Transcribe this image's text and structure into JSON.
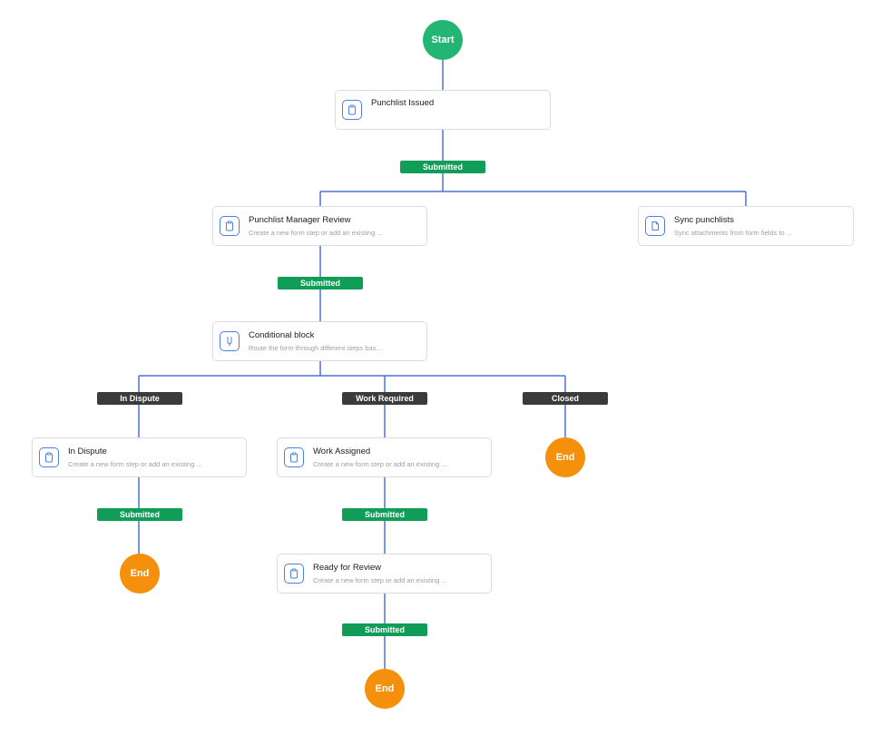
{
  "colors": {
    "connector": "#4a72d8",
    "start": "#22b573",
    "end": "#f4900c",
    "submitted": "#0f9d58",
    "branch": "#3b3b3b",
    "icon": "#4a7fe6"
  },
  "start": {
    "label": "Start"
  },
  "steps": {
    "punchlist_issued": {
      "title": "Punchlist Issued",
      "icon": "clipboard-icon"
    },
    "manager_review": {
      "title": "Punchlist Manager Review",
      "desc": "Create a new form step or add an existing ...",
      "icon": "clipboard-icon"
    },
    "sync_punchlists": {
      "title": "Sync punchlists",
      "desc": "Sync attachments from form fields to ...",
      "icon": "document-icon"
    },
    "conditional_block": {
      "title": "Conditional block",
      "desc": "Route the form through different steps bas...",
      "icon": "branch-icon"
    },
    "in_dispute": {
      "title": "In Dispute",
      "desc": "Create a new form step or add an existing ...",
      "icon": "clipboard-icon"
    },
    "work_assigned": {
      "title": "Work Assigned",
      "desc": "Create a new form step or add an existing ...",
      "icon": "clipboard-icon"
    },
    "ready_for_review": {
      "title": "Ready for Review",
      "desc": "Create a new form step or add an existing ...",
      "icon": "clipboard-icon"
    }
  },
  "transitions": {
    "submitted_1": "Submitted",
    "submitted_2": "Submitted",
    "submitted_3": "Submitted",
    "submitted_4": "Submitted",
    "submitted_5": "Submitted"
  },
  "branches": {
    "in_dispute": "In Dispute",
    "work_required": "Work Required",
    "closed": "Closed"
  },
  "ends": {
    "end_1": "End",
    "end_2": "End",
    "end_3": "End"
  }
}
